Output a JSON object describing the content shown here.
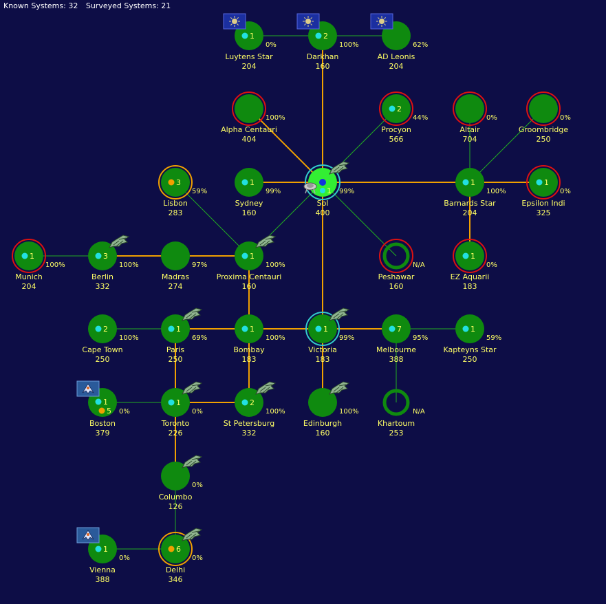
{
  "header": {
    "known_label": "Known Systems: 32",
    "surveyed_label": "Surveyed Systems: 21"
  },
  "colors": {
    "background": "#0d0d46",
    "planet": "#0f8a0f",
    "sol": "#33ee33",
    "label": "#ffff66",
    "cyan_dot": "#22e0e0",
    "orange_dot": "#f0a000",
    "red_ring": "#dd1111",
    "orange_ring": "#f0a000",
    "cyan_ring": "#33cccc",
    "link_green": "#22aa22",
    "link_orange": "#f0a000"
  },
  "systems": [
    {
      "id": "luytens",
      "name": "Luytens Star",
      "value": "204",
      "pct": "0%",
      "pop": "1",
      "dot": "cyan",
      "ring": "none",
      "icons": [
        "jump-gate-icon"
      ]
    },
    {
      "id": "darkhan",
      "name": "Darkhan",
      "value": "160",
      "pct": "100%",
      "pop": "2",
      "dot": "cyan",
      "ring": "none",
      "icons": [
        "jump-gate-icon"
      ]
    },
    {
      "id": "adleonis",
      "name": "AD Leonis",
      "value": "204",
      "pct": "62%",
      "pop": "",
      "dot": "none",
      "ring": "none",
      "icons": [
        "jump-gate-icon"
      ]
    },
    {
      "id": "alphacen",
      "name": "Alpha Centauri",
      "value": "404",
      "pct": "100%",
      "pop": "",
      "dot": "none",
      "ring": "red",
      "icons": []
    },
    {
      "id": "procyon",
      "name": "Procyon",
      "value": "566",
      "pct": "44%",
      "pop": "2",
      "dot": "cyan",
      "ring": "red",
      "icons": []
    },
    {
      "id": "altair",
      "name": "Altair",
      "value": "704",
      "pct": "0%",
      "pop": "",
      "dot": "none",
      "ring": "red",
      "icons": []
    },
    {
      "id": "groombridge",
      "name": "Groombridge",
      "value": "250",
      "pct": "0%",
      "pop": "",
      "dot": "none",
      "ring": "red",
      "icons": []
    },
    {
      "id": "lisbon",
      "name": "Lisbon",
      "value": "283",
      "pct": "59%",
      "pop": "3",
      "dot": "orange",
      "ring": "orange",
      "icons": []
    },
    {
      "id": "sydney",
      "name": "Sydney",
      "value": "160",
      "pct": "99%",
      "pop": "1",
      "dot": "cyan",
      "ring": "none",
      "icons": []
    },
    {
      "id": "sol",
      "name": "Sol",
      "value": "400",
      "pct": "99%",
      "pop": "1",
      "dot": "sol",
      "ring": "cyan",
      "icons": [
        "ship-icon",
        "space-station-icon"
      ]
    },
    {
      "id": "barnards",
      "name": "Barnards Star",
      "value": "204",
      "pct": "100%",
      "pop": "1",
      "dot": "cyan",
      "ring": "none",
      "icons": []
    },
    {
      "id": "epsilon",
      "name": "Epsilon Indi",
      "value": "325",
      "pct": "0%",
      "pop": "1",
      "dot": "cyan",
      "ring": "red",
      "icons": []
    },
    {
      "id": "munich",
      "name": "Munich",
      "value": "204",
      "pct": "100%",
      "pop": "1",
      "dot": "cyan",
      "ring": "red",
      "icons": []
    },
    {
      "id": "berlin",
      "name": "Berlin",
      "value": "332",
      "pct": "100%",
      "pop": "3",
      "dot": "cyan",
      "ring": "none",
      "icons": [
        "ship-icon"
      ]
    },
    {
      "id": "madras",
      "name": "Madras",
      "value": "274",
      "pct": "97%",
      "pop": "",
      "dot": "none",
      "ring": "none",
      "icons": []
    },
    {
      "id": "proxima",
      "name": "Proxima Centauri",
      "value": "160",
      "pct": "100%",
      "pop": "1",
      "dot": "cyan",
      "ring": "none",
      "icons": [
        "ship-icon"
      ]
    },
    {
      "id": "peshawar",
      "name": "Peshawar",
      "value": "160",
      "pct": "N/A",
      "pop": "",
      "dot": "none",
      "ring": "red",
      "hollow": true,
      "icons": []
    },
    {
      "id": "ezaquarii",
      "name": "EZ Aquarii",
      "value": "183",
      "pct": "0%",
      "pop": "1",
      "dot": "cyan",
      "ring": "red",
      "icons": []
    },
    {
      "id": "capetown",
      "name": "Cape Town",
      "value": "250",
      "pct": "100%",
      "pop": "2",
      "dot": "cyan",
      "ring": "none",
      "icons": []
    },
    {
      "id": "paris",
      "name": "Paris",
      "value": "250",
      "pct": "69%",
      "pop": "1",
      "dot": "cyan",
      "ring": "none",
      "icons": [
        "ship-icon"
      ]
    },
    {
      "id": "bombay",
      "name": "Bombay",
      "value": "183",
      "pct": "100%",
      "pop": "1",
      "dot": "cyan",
      "ring": "none",
      "icons": []
    },
    {
      "id": "victoria",
      "name": "Victoria",
      "value": "183",
      "pct": "99%",
      "pop": "1",
      "dot": "cyan",
      "ring": "cyan",
      "icons": [
        "ship-icon"
      ]
    },
    {
      "id": "melbourne",
      "name": "Melbourne",
      "value": "388",
      "pct": "95%",
      "pop": "7",
      "dot": "cyan",
      "ring": "none",
      "icons": []
    },
    {
      "id": "kapteyns",
      "name": "Kapteyns Star",
      "value": "250",
      "pct": "59%",
      "pop": "1",
      "dot": "cyan",
      "ring": "none",
      "icons": []
    },
    {
      "id": "boston",
      "name": "Boston",
      "value": "379",
      "pct": "0%",
      "pop": "1",
      "pop2": "5",
      "dot": "cyan",
      "ring": "none",
      "icons": [
        "colony-ship-icon"
      ]
    },
    {
      "id": "toronto",
      "name": "Toronto",
      "value": "226",
      "pct": "0%",
      "pop": "1",
      "dot": "cyan",
      "ring": "none",
      "icons": [
        "ship-icon"
      ]
    },
    {
      "id": "stpete",
      "name": "St Petersburg",
      "value": "332",
      "pct": "100%",
      "pop": "2",
      "dot": "cyan",
      "ring": "none",
      "icons": [
        "ship-icon"
      ]
    },
    {
      "id": "edinburgh",
      "name": "Edinburgh",
      "value": "160",
      "pct": "100%",
      "pop": "",
      "dot": "none",
      "ring": "none",
      "icons": [
        "ship-icon"
      ]
    },
    {
      "id": "khartoum",
      "name": "Khartoum",
      "value": "253",
      "pct": "N/A",
      "pop": "",
      "dot": "none",
      "ring": "none",
      "hollow": true,
      "icons": []
    },
    {
      "id": "columbo",
      "name": "Columbo",
      "value": "126",
      "pct": "0%",
      "pop": "",
      "dot": "none",
      "ring": "none",
      "icons": [
        "ship-icon"
      ]
    },
    {
      "id": "vienna",
      "name": "Vienna",
      "value": "388",
      "pct": "0%",
      "pop": "1",
      "dot": "cyan",
      "ring": "none",
      "icons": [
        "colony-ship-icon"
      ]
    },
    {
      "id": "delhi",
      "name": "Delhi",
      "value": "346",
      "pct": "0%",
      "pop": "6",
      "dot": "orange",
      "ring": "orange",
      "icons": [
        "ship-icon"
      ]
    }
  ],
  "links": [
    {
      "a": "luytens",
      "b": "darkhan",
      "type": "green"
    },
    {
      "a": "darkhan",
      "b": "adleonis",
      "type": "green"
    },
    {
      "a": "darkhan",
      "b": "sol",
      "type": "orange"
    },
    {
      "a": "alphacen",
      "b": "sol",
      "type": "orange"
    },
    {
      "a": "procyon",
      "b": "sol",
      "type": "green"
    },
    {
      "a": "sydney",
      "b": "sol",
      "type": "orange"
    },
    {
      "a": "sol",
      "b": "barnards",
      "type": "orange"
    },
    {
      "a": "barnards",
      "b": "epsilon",
      "type": "orange"
    },
    {
      "a": "barnards",
      "b": "altair",
      "type": "green"
    },
    {
      "a": "barnards",
      "b": "groombridge",
      "type": "green"
    },
    {
      "a": "barnards",
      "b": "ezaquarii",
      "type": "orange"
    },
    {
      "a": "sol",
      "b": "peshawar",
      "type": "green"
    },
    {
      "a": "sol",
      "b": "proxima",
      "type": "green"
    },
    {
      "a": "sol",
      "b": "victoria",
      "type": "orange"
    },
    {
      "a": "lisbon",
      "b": "proxima",
      "type": "green"
    },
    {
      "a": "munich",
      "b": "berlin",
      "type": "green"
    },
    {
      "a": "berlin",
      "b": "madras",
      "type": "orange"
    },
    {
      "a": "madras",
      "b": "proxima",
      "type": "orange"
    },
    {
      "a": "proxima",
      "b": "bombay",
      "type": "orange"
    },
    {
      "a": "capetown",
      "b": "paris",
      "type": "green"
    },
    {
      "a": "paris",
      "b": "bombay",
      "type": "orange"
    },
    {
      "a": "bombay",
      "b": "victoria",
      "type": "orange"
    },
    {
      "a": "victoria",
      "b": "melbourne",
      "type": "orange"
    },
    {
      "a": "melbourne",
      "b": "kapteyns",
      "type": "green"
    },
    {
      "a": "melbourne",
      "b": "khartoum",
      "type": "green"
    },
    {
      "a": "victoria",
      "b": "edinburgh",
      "type": "orange"
    },
    {
      "a": "paris",
      "b": "toronto",
      "type": "orange"
    },
    {
      "a": "bombay",
      "b": "stpete",
      "type": "orange"
    },
    {
      "a": "boston",
      "b": "toronto",
      "type": "green"
    },
    {
      "a": "toronto",
      "b": "stpete",
      "type": "orange"
    },
    {
      "a": "toronto",
      "b": "columbo",
      "type": "orange"
    },
    {
      "a": "columbo",
      "b": "delhi",
      "type": "green"
    },
    {
      "a": "vienna",
      "b": "delhi",
      "type": "green"
    }
  ]
}
